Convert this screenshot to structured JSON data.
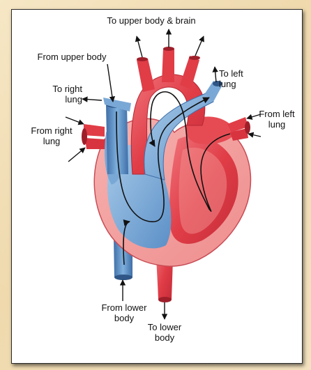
{
  "labels": {
    "to_upper_body_brain": "To upper body & brain",
    "from_upper_body": "From upper body",
    "to_right_lung": [
      "To right",
      "lung"
    ],
    "from_right_lung": [
      "From right",
      "lung"
    ],
    "to_left_lung": [
      "To left",
      "lung"
    ],
    "from_left_lung": [
      "From left",
      "lung"
    ],
    "from_lower_body": [
      "From lower",
      "body"
    ],
    "to_lower_body": [
      "To lower",
      "body"
    ]
  },
  "colors": {
    "background": "#f3e2bf",
    "oxygenated": "#e8474f",
    "deoxygenated": "#5b8fc7",
    "arrow": "#111111"
  }
}
